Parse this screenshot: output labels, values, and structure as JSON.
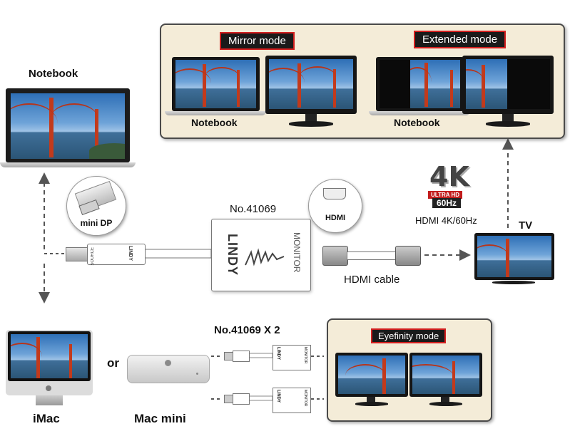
{
  "modes": {
    "mirror": "Mirror mode",
    "extended": "Extended mode",
    "eyefinity": "Eyefinity mode"
  },
  "devices": {
    "notebook": "Notebook",
    "panel_notebook_mirror": "Notebook",
    "panel_notebook_extended": "Notebook",
    "tv": "TV",
    "imac": "iMac",
    "or": "or",
    "mac_mini": "Mac mini"
  },
  "connectors": {
    "mini_dp": "mini DP",
    "hdmi_badge": "HDMI",
    "source_text": "SOURCE",
    "lindy_plug_text": "LINDY"
  },
  "adapter": {
    "product_no": "No.41069",
    "dual_product": "No.41069 X 2",
    "brand": "LINDY",
    "port_label": "MONITOR"
  },
  "cable": {
    "label": "HDMI cable",
    "spec": "HDMI 4K/60Hz"
  },
  "badge_4k": {
    "big": "4K",
    "ultra": "ULTRA HD",
    "hz": "60Hz"
  },
  "colors": {
    "panel_bg": "#f4ecd8",
    "tag_border": "#d21f1f",
    "bridge": "#c23a1c"
  }
}
